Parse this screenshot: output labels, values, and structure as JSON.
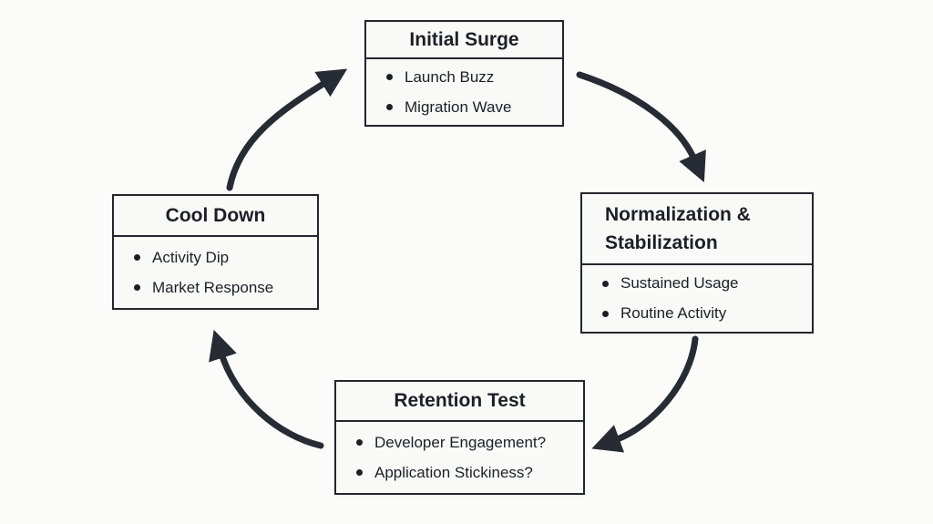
{
  "diagram": {
    "type": "cycle",
    "nodes": [
      {
        "id": "initial-surge",
        "position": "top",
        "title": "Initial Surge",
        "bullets": [
          "Launch Buzz",
          "Migration Wave"
        ]
      },
      {
        "id": "normalization-stabilization",
        "position": "right",
        "title": "Normalization & Stabilization",
        "title_lines": [
          "Normalization &",
          "Stabilization"
        ],
        "bullets": [
          "Sustained Usage",
          "Routine Activity"
        ]
      },
      {
        "id": "retention-test",
        "position": "bottom",
        "title": "Retention Test",
        "bullets": [
          "Developer Engagement?",
          "Application Stickiness?"
        ]
      },
      {
        "id": "cool-down",
        "position": "left",
        "title": "Cool Down",
        "bullets": [
          "Activity Dip",
          "Market Response"
        ]
      }
    ],
    "edges": [
      {
        "from": "initial-surge",
        "to": "normalization-stabilization"
      },
      {
        "from": "normalization-stabilization",
        "to": "retention-test"
      },
      {
        "from": "retention-test",
        "to": "cool-down"
      },
      {
        "from": "cool-down",
        "to": "initial-surge"
      }
    ],
    "colors": {
      "arrow": "#272b33",
      "box_border": "#23272d",
      "box_fill": "#f9f9f8",
      "background": "#fbfbfa",
      "text": "#1c2026"
    }
  }
}
